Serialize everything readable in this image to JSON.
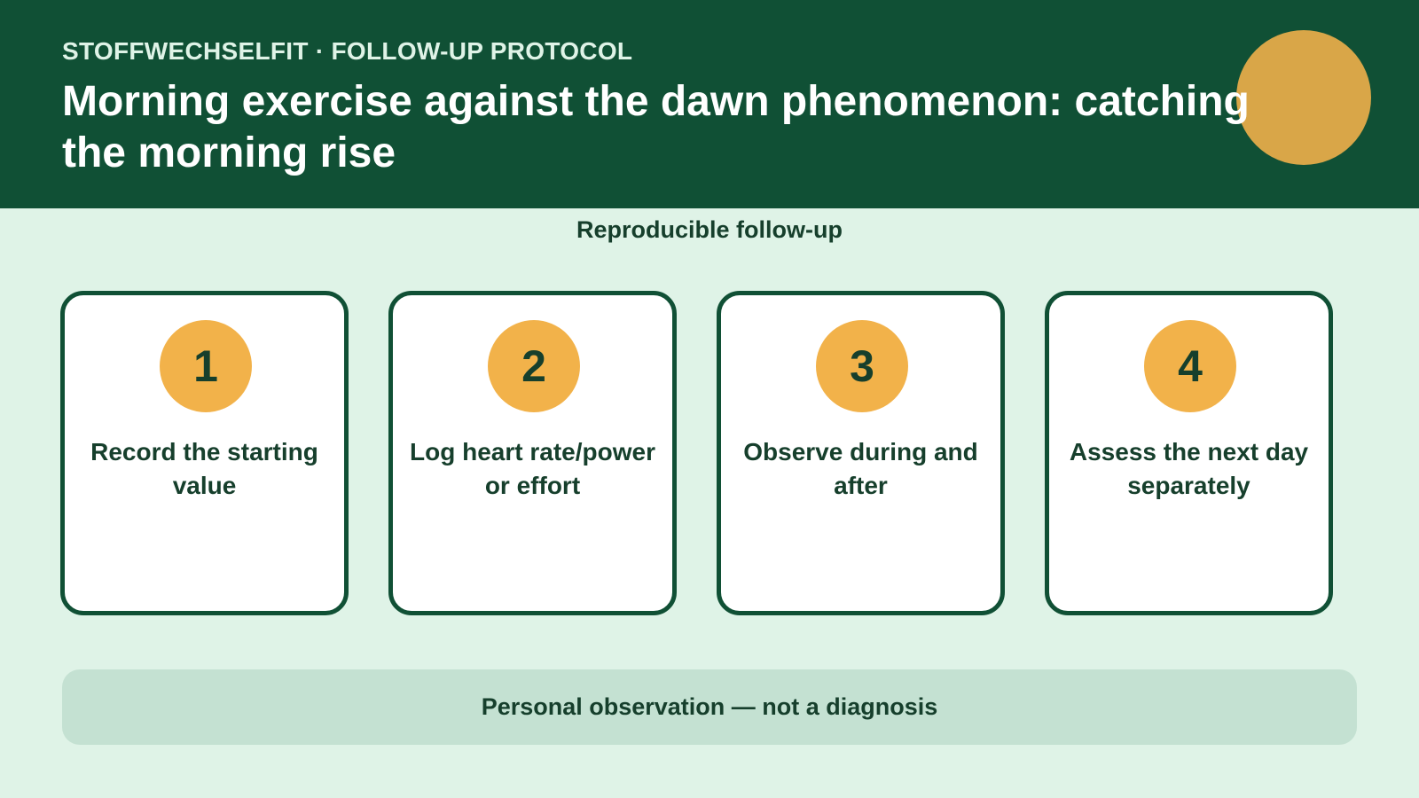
{
  "header": {
    "kicker": "STOFFWECHSELFIT · FOLLOW-UP PROTOCOL",
    "title": "Morning exercise against the dawn phenomenon: catching the morning rise",
    "background_color": "#105035",
    "sun_color": "#d9a648",
    "sun_icon": "sun-circle-icon"
  },
  "section": {
    "title": "Reproducible follow-up"
  },
  "steps": [
    {
      "number": "1",
      "label": "Record the starting value"
    },
    {
      "number": "2",
      "label": "Log heart rate/power or effort"
    },
    {
      "number": "3",
      "label": "Observe during and after"
    },
    {
      "number": "4",
      "label": "Assess the next day separately"
    }
  ],
  "note": {
    "text": "Personal observation — not a diagnosis"
  },
  "colors": {
    "page_background": "#dff3e7",
    "card_border": "#105035",
    "badge": "#f2b24a",
    "note_background": "#c4e1d2",
    "text_dark": "#163f2c"
  }
}
